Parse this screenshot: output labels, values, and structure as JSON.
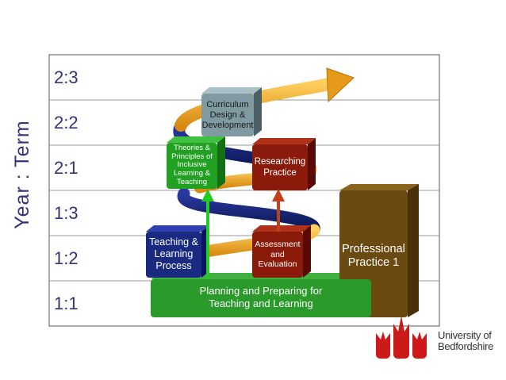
{
  "axis_label": "Year : Term",
  "terms": [
    "2:3",
    "2:2",
    "2:1",
    "1:3",
    "1:2",
    "1:1"
  ],
  "boxes": {
    "planning": "Planning and Preparing for\nTeaching and Learning",
    "teaching": "Teaching &\nLearning\nProcess",
    "assessment": "Assessment\nand\nEvaluation",
    "theories": "Theories &\nPrinciples of\nInclusive\nLearning &\nTeaching",
    "researching": "Researching\nPractice",
    "curriculum": "Curriculum\nDesign &\nDevelopment",
    "professional": "Professional\nPractice 1"
  },
  "logo": {
    "name": "University of\nBedfordshire"
  },
  "colors": {
    "axis_text": "#33337a",
    "green": "#2a9a2a",
    "navy": "#1a2a80",
    "maroon": "#8a1a0a",
    "teal": "#7f9aa0",
    "brown": "#6a4a10",
    "arrow_orange": "#e69a1a",
    "logo_red": "#cc1a1a"
  },
  "icons": {
    "logo": "university-logo-tulip-icon"
  }
}
